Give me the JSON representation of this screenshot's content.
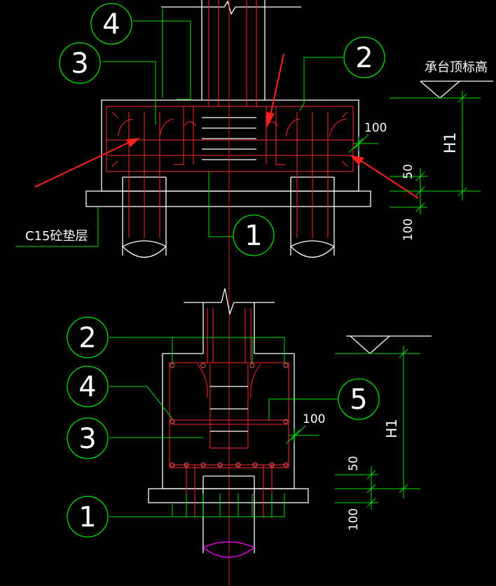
{
  "callouts_top": {
    "c1": "1",
    "c2": "2",
    "c3": "3",
    "c4": "4"
  },
  "callouts_bottom": {
    "c1": "1",
    "c2": "2",
    "c3": "3",
    "c4": "4",
    "c5": "5"
  },
  "labels": {
    "cap_top_elevation": "承台顶标高",
    "cushion": "C15砼垫层",
    "h1_top": "H1",
    "h1_bottom": "H1"
  },
  "dimensions": {
    "top_100_right": "100",
    "top_50": "50",
    "top_100_bottom": "100",
    "bot_100_right": "100",
    "bot_50": "50",
    "bot_100_bottom": "100"
  },
  "colors": {
    "background": "#000000",
    "outline": "#ffffff",
    "leader": "#00e000",
    "rebar": "#ff2a2a",
    "annotation_arrow": "#ff2020",
    "pile_break": "#ff00ff"
  }
}
